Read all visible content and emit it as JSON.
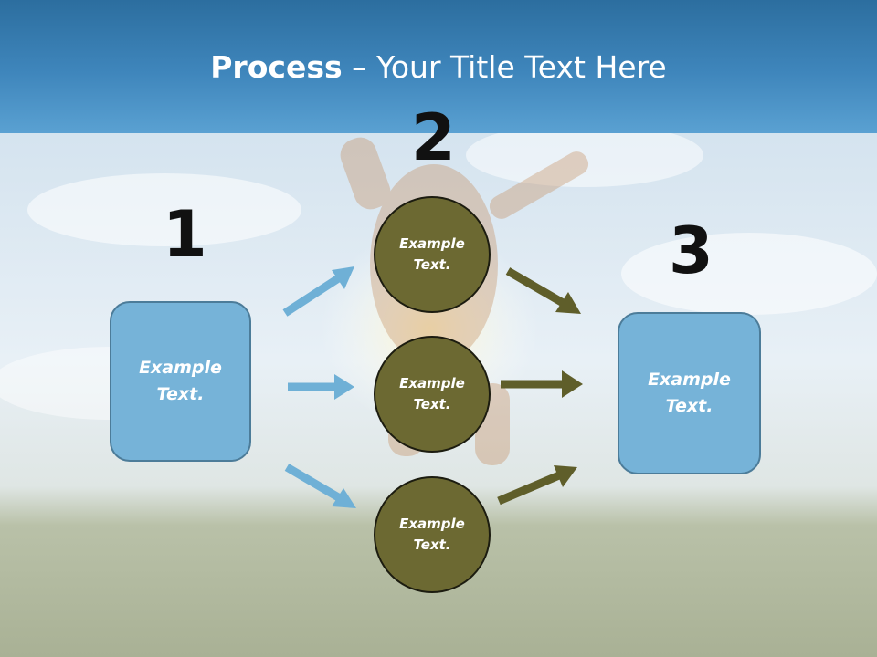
{
  "title": {
    "bold": "Process",
    "rest": " – Your Title Text Here"
  },
  "steps": {
    "one": {
      "number": "1",
      "box_text": "Example\nText."
    },
    "two": {
      "number": "2",
      "circles": [
        "Example\nText.",
        "Example\nText.",
        "Example\nText."
      ]
    },
    "three": {
      "number": "3",
      "box_text": "Example\nText."
    }
  },
  "colors": {
    "box_fill": "#76b3d8",
    "circle_fill": "#6c6932",
    "arrow_blue": "#6fb0d6",
    "arrow_olive": "#5f5e2a",
    "header": "#3f86bc"
  }
}
